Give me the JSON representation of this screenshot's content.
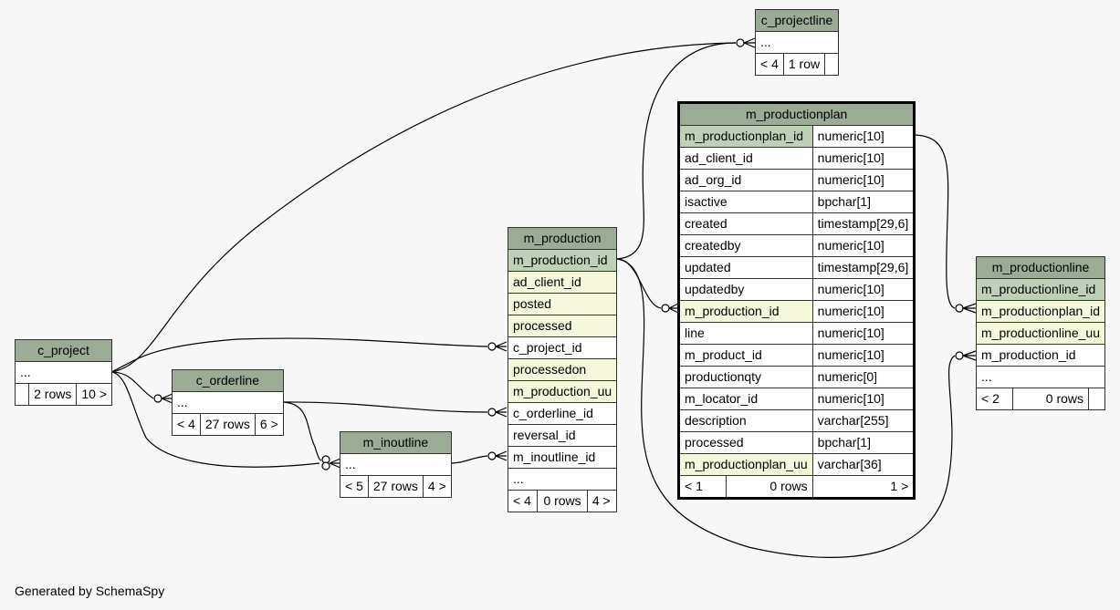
{
  "footer": "Generated by SchemaSpy",
  "colors": {
    "header": "#9bab96",
    "primary_key": "#bed1b8",
    "indexed": "#f4f7da",
    "background": "#f7f7f7"
  },
  "tables": {
    "c_projectline": {
      "name": "c_projectline",
      "rows": [
        "..."
      ],
      "footer": {
        "parents": "< 4",
        "rows": "1 row",
        "children": ""
      }
    },
    "m_productionplan": {
      "name": "m_productionplan",
      "columns": [
        {
          "name": "m_productionplan_id",
          "type": "numeric[10]"
        },
        {
          "name": "ad_client_id",
          "type": "numeric[10]"
        },
        {
          "name": "ad_org_id",
          "type": "numeric[10]"
        },
        {
          "name": "isactive",
          "type": "bpchar[1]"
        },
        {
          "name": "created",
          "type": "timestamp[29,6]"
        },
        {
          "name": "createdby",
          "type": "numeric[10]"
        },
        {
          "name": "updated",
          "type": "timestamp[29,6]"
        },
        {
          "name": "updatedby",
          "type": "numeric[10]"
        },
        {
          "name": "m_production_id",
          "type": "numeric[10]"
        },
        {
          "name": "line",
          "type": "numeric[10]"
        },
        {
          "name": "m_product_id",
          "type": "numeric[10]"
        },
        {
          "name": "productionqty",
          "type": "numeric[0]"
        },
        {
          "name": "m_locator_id",
          "type": "numeric[10]"
        },
        {
          "name": "description",
          "type": "varchar[255]"
        },
        {
          "name": "processed",
          "type": "bpchar[1]"
        },
        {
          "name": "m_productionplan_uu",
          "type": "varchar[36]"
        }
      ],
      "footer": {
        "parents": "< 1",
        "rows": "0 rows",
        "children": "1 >"
      }
    },
    "m_production": {
      "name": "m_production",
      "rows": [
        "m_production_id",
        "ad_client_id",
        "posted",
        "processed",
        "c_project_id",
        "processedon",
        "m_production_uu",
        "c_orderline_id",
        "reversal_id",
        "m_inoutline_id",
        "..."
      ],
      "footer": {
        "parents": "< 4",
        "rows": "0 rows",
        "children": "4 >"
      }
    },
    "m_productionline": {
      "name": "m_productionline",
      "rows": [
        "m_productionline_id",
        "m_productionplan_id",
        "m_productionline_uu",
        "m_production_id",
        "..."
      ],
      "footer": {
        "parents": "< 2",
        "rows": "0 rows",
        "children": ""
      }
    },
    "c_project": {
      "name": "c_project",
      "rows": [
        "..."
      ],
      "footer": {
        "parents": "",
        "rows": "2 rows",
        "children": "10 >"
      }
    },
    "c_orderline": {
      "name": "c_orderline",
      "rows": [
        "..."
      ],
      "footer": {
        "parents": "< 4",
        "rows": "27 rows",
        "children": "6 >"
      }
    },
    "m_inoutline": {
      "name": "m_inoutline",
      "rows": [
        "..."
      ],
      "footer": {
        "parents": "< 5",
        "rows": "27 rows",
        "children": "4 >"
      }
    }
  }
}
